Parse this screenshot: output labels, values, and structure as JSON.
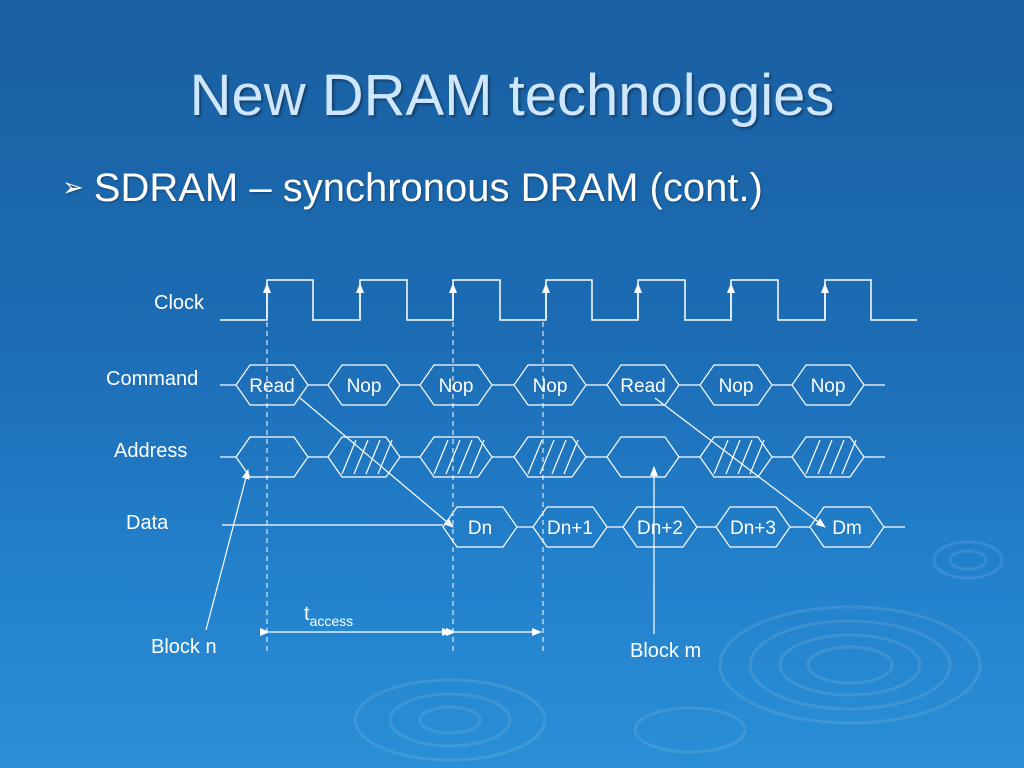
{
  "slide": {
    "title": "New DRAM technologies",
    "bullet_marker": "➢",
    "bullet_text": "SDRAM – synchronous DRAM (cont.)"
  },
  "diagram": {
    "signals": {
      "clock": "Clock",
      "command": "Command",
      "address": "Address",
      "data": "Data"
    },
    "commands": [
      "Read",
      "Nop",
      "Nop",
      "Nop",
      "Read",
      "Nop",
      "Nop"
    ],
    "data_words": [
      "Dn",
      "Dn+1",
      "Dn+2",
      "Dn+3",
      "Dm"
    ],
    "timing": {
      "t": "t",
      "sub": "access"
    },
    "callouts": {
      "block_n": "Block n",
      "block_m": "Block m"
    }
  },
  "colors": {
    "line": "#ffffff",
    "title": "#cfe6ff"
  }
}
